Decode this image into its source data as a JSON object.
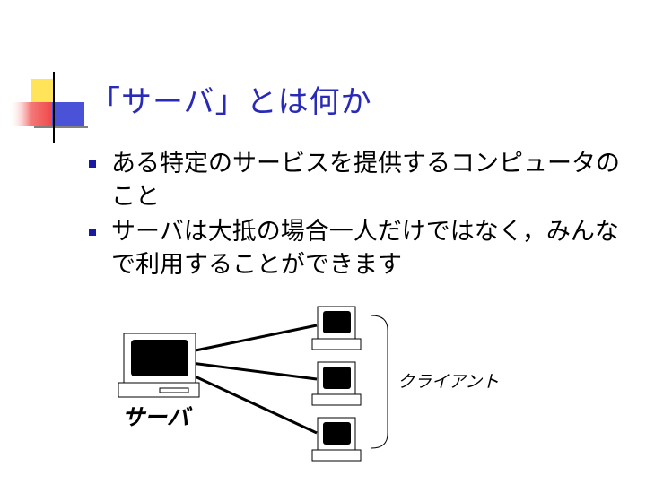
{
  "slide": {
    "title": "「サーバ」とは何か",
    "bullets": [
      {
        "text": "ある特定のサービスを提供するコンピュータのこと"
      },
      {
        "text": "サーバは大抵の場合一人だけではなく，みんなで利用することができます"
      }
    ]
  },
  "diagram": {
    "server_label": "サーバ",
    "client_label": "クライアント"
  },
  "colors": {
    "title": "#2a2ab8",
    "bullet": "#1a1aa0",
    "deco_yellow": "#ffe45a",
    "deco_blue": "#4a52d8",
    "deco_red": "#f06060"
  },
  "icons": [
    "slide-corner-decoration",
    "server-computer-icon",
    "client-computer-icon",
    "brace-icon"
  ]
}
